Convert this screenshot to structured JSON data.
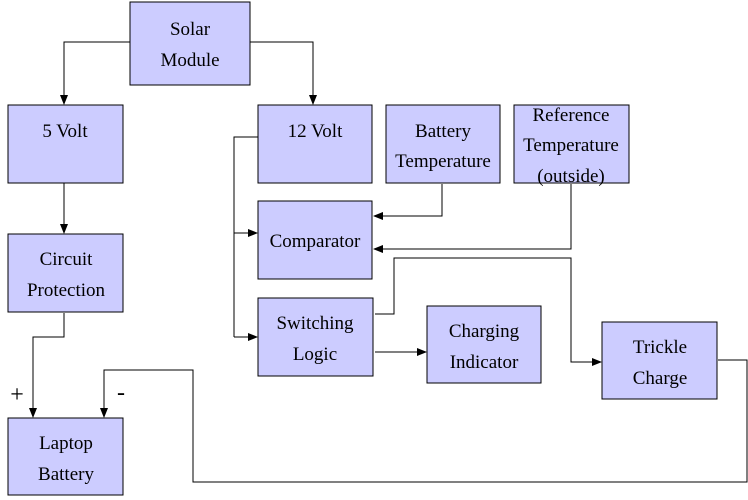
{
  "colors": {
    "box_fill": "#ccccff",
    "box_stroke": "#000000",
    "line": "#000000",
    "background": "#ffffff"
  },
  "blocks": {
    "solar_module": {
      "line1": "Solar",
      "line2": "Module"
    },
    "five_volt": {
      "line1": "5 Volt"
    },
    "twelve_volt": {
      "line1": "12 Volt"
    },
    "battery_temperature": {
      "line1": "Battery",
      "line2": "Temperature"
    },
    "reference_temperature": {
      "line1": "Reference",
      "line2": "Temperature",
      "line3": "(outside)"
    },
    "circuit_protection": {
      "line1": "Circuit",
      "line2": "Protection"
    },
    "comparator": {
      "line1": "Comparator"
    },
    "switching_logic": {
      "line1": "Switching",
      "line2": "Logic"
    },
    "charging_indicator": {
      "line1": "Charging",
      "line2": "Indicator"
    },
    "trickle_charge": {
      "line1": "Trickle",
      "line2": "Charge"
    },
    "laptop_battery": {
      "line1": "Laptop",
      "line2": "Battery"
    }
  },
  "terminals": {
    "positive": "+",
    "negative": "-"
  }
}
